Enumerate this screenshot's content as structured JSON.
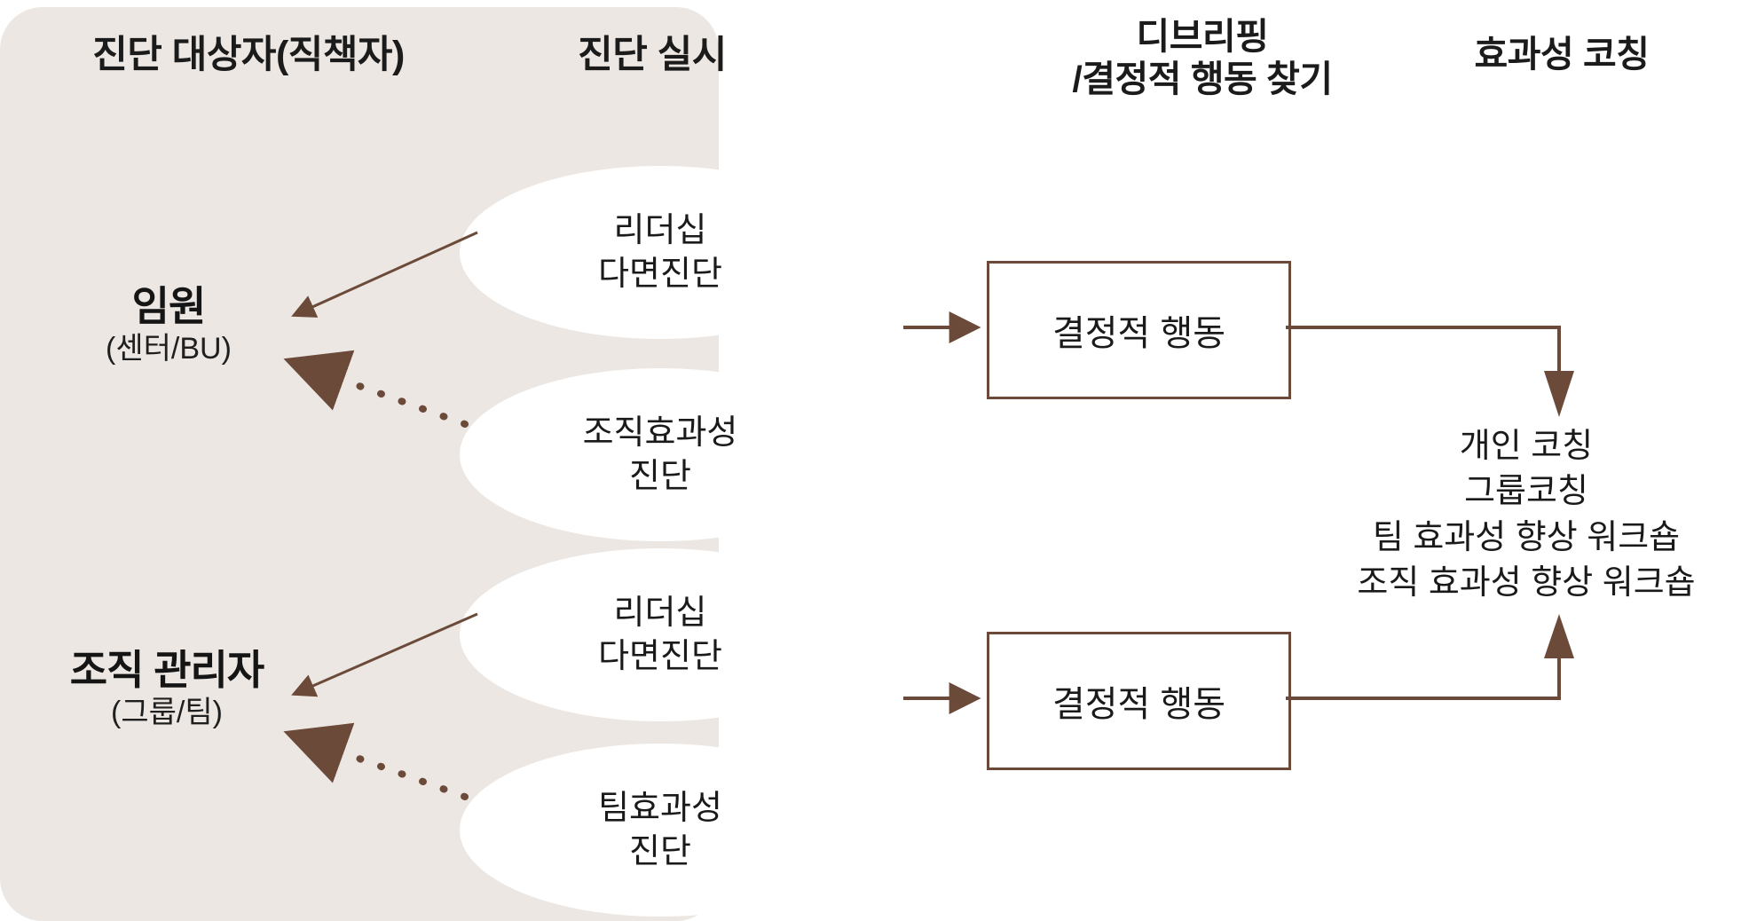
{
  "diagram": {
    "title_columns": [
      {
        "label": "진단 대상자(직책자)"
      },
      {
        "label": "진단 실시"
      },
      {
        "label_line1": "디브리핑",
        "label_line2": "/결정적 행동 찾기"
      },
      {
        "label": "효과성 코칭"
      }
    ],
    "roles": [
      {
        "name": "임원",
        "scope": "(센터/BU)"
      },
      {
        "name": "조직 관리자",
        "scope": "(그룹/팀)"
      }
    ],
    "assessments": [
      {
        "line1": "리더십",
        "line2": "다면진단"
      },
      {
        "line1": "조직효과성",
        "line2": "진단"
      },
      {
        "line1": "리더십",
        "line2": "다면진단"
      },
      {
        "line1": "팀효과성",
        "line2": "진단"
      }
    ],
    "debrief_boxes": [
      {
        "label": "결정적 행동"
      },
      {
        "label": "결정적 행동"
      }
    ],
    "coaching_items": [
      "개인 코칭",
      "그룹코칭",
      "팀 효과성 향상 워크숍",
      "조직 효과성 향상 워크숍"
    ],
    "colors": {
      "panel_background": "#ece7e2",
      "ellipse_fill": "#ffffff",
      "connector": "#6b4a3a",
      "text": "#1a1a1a",
      "page_background": "#ffffff"
    }
  }
}
